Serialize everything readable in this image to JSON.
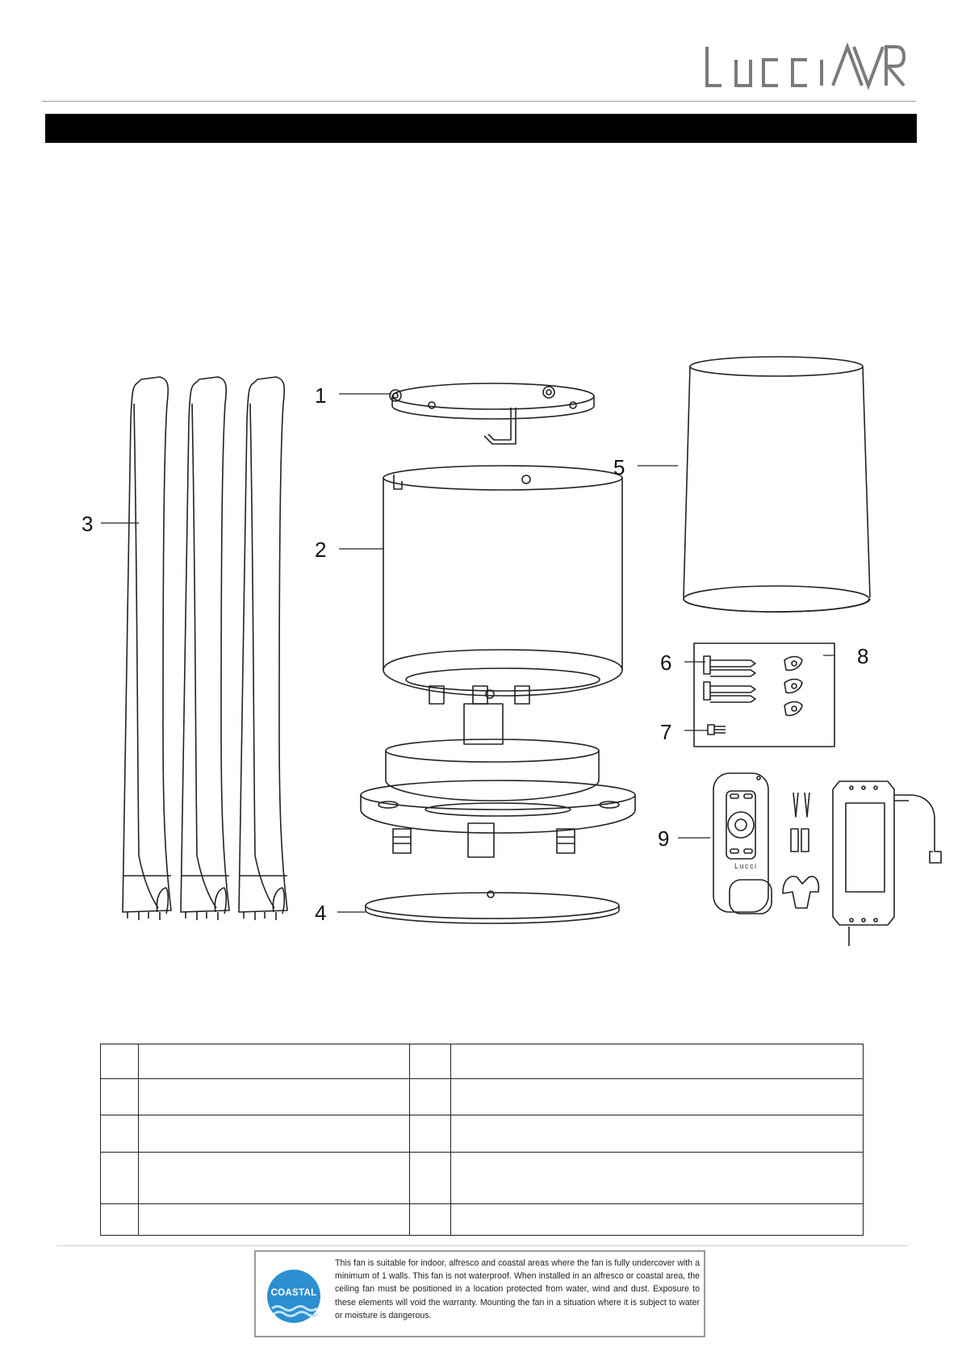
{
  "brand": {
    "logo_text": "LucciAIR",
    "logo_icon": "lucci-air-logo-icon"
  },
  "title_bar": {
    "text": ""
  },
  "callouts": [
    "1",
    "2",
    "3",
    "4",
    "5",
    "6",
    "7",
    "8",
    "9"
  ],
  "remote": {
    "brand_text": "Lucci"
  },
  "parts_table": {
    "rows": [
      [
        "",
        "",
        "",
        ""
      ],
      [
        "",
        "",
        "",
        ""
      ],
      [
        "",
        "",
        "",
        ""
      ],
      [
        "",
        "",
        "",
        ""
      ],
      [
        "",
        "",
        "",
        ""
      ]
    ]
  },
  "coastal_notice": {
    "badge": "COASTAL",
    "badge_icon": "coastal-wave-icon",
    "text": "This fan is suitable for indoor, alfresco and coastal areas where the fan is fully undercover with a minimum of 1 walls. This fan is not waterproof. When installed in an alfresco or coastal area, the ceiling fan must be positioned in a location protected from water, wind and dust. Exposure to these elements will void the warranty. Mounting the fan in a situation where it is subject to water or moisture is dangerous."
  },
  "colors": {
    "title_bar": "#000000",
    "coastal_blue": "#2b8fd0"
  }
}
